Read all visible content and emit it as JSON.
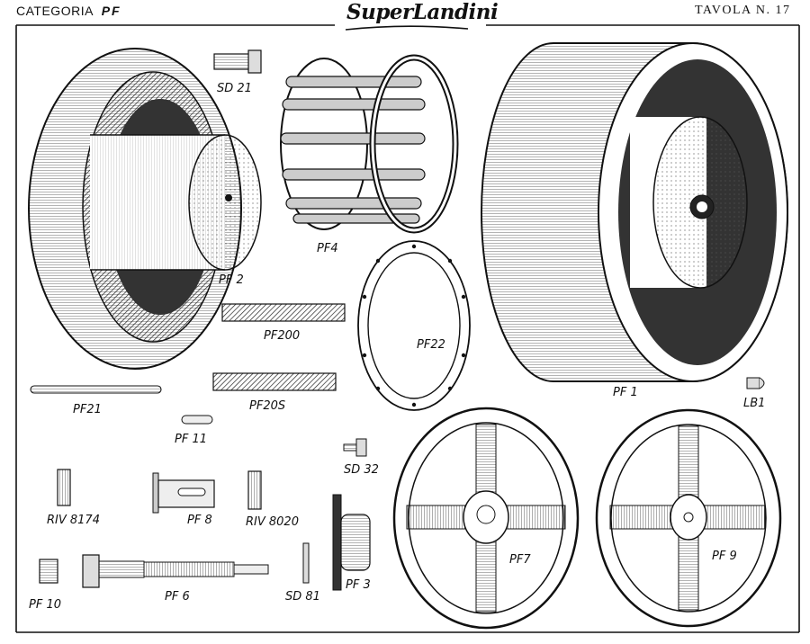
{
  "header": {
    "category_label": "CATEGORIA",
    "category_code": "PF",
    "brand": "SuperLandini",
    "plate_label": "TAVOLA N. 17"
  },
  "labels": {
    "sd21": "SD 21",
    "pf4": "PF4",
    "pf2": "PF 2",
    "pf200": "PF200",
    "pf22": "PF22",
    "pf1": "PF 1",
    "lb1": "LB1",
    "pf21": "PF21",
    "pf20s": "PF20S",
    "pf11": "PF 11",
    "sd32": "SD 32",
    "riv8174": "RIV  8174",
    "pf8": "PF 8",
    "riv8020": "RIV 8020",
    "pf7": "PF7",
    "pf9": "PF 9",
    "pf10": "PF 10",
    "pf6": "PF 6",
    "sd81": "SD 81",
    "pf3": "PF 3"
  }
}
